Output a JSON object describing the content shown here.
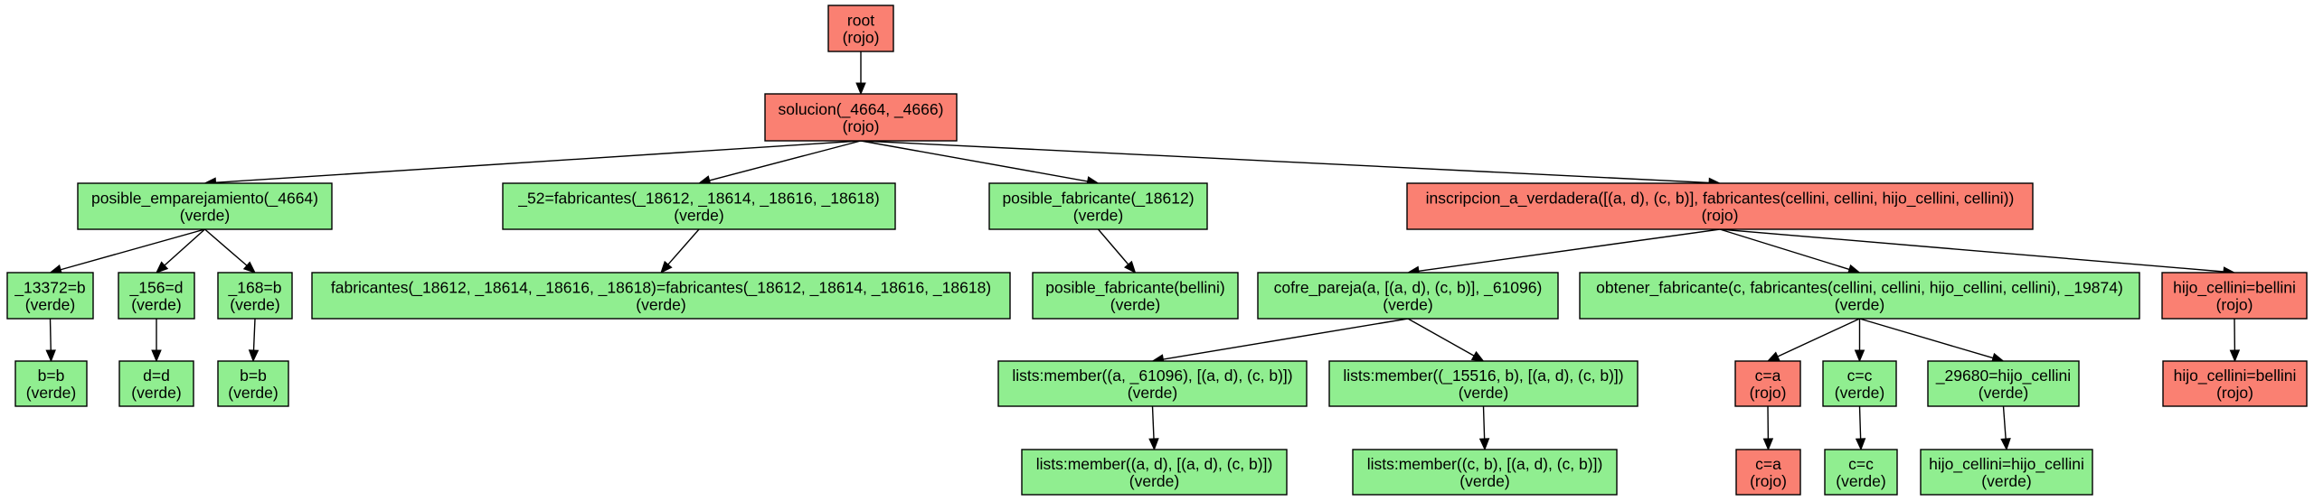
{
  "colors": {
    "rojo": "#fa8072",
    "verde": "#90ee90",
    "border": "#000000",
    "edge": "#000000"
  },
  "nodes": [
    {
      "id": "root",
      "label": "root",
      "status": "(rojo)",
      "color": "rojo"
    },
    {
      "id": "solucion",
      "label": "solucion(_4664, _4666)",
      "status": "(rojo)",
      "color": "rojo"
    },
    {
      "id": "posible-emparejamiento",
      "label": "posible_emparejamiento(_4664)",
      "status": "(verde)",
      "color": "verde"
    },
    {
      "id": "fabricantes-52",
      "label": "_52=fabricantes(_18612, _18614, _18616, _18618)",
      "status": "(verde)",
      "color": "verde"
    },
    {
      "id": "posible-fabricante",
      "label": "posible_fabricante(_18612)",
      "status": "(verde)",
      "color": "verde"
    },
    {
      "id": "inscripcion",
      "label": "inscripcion_a_verdadera([(a, d), (c, b)], fabricantes(cellini, cellini, hijo_cellini, cellini))",
      "status": "(rojo)",
      "color": "rojo"
    },
    {
      "id": "u13372",
      "label": "_13372=b",
      "status": "(verde)",
      "color": "verde"
    },
    {
      "id": "u156",
      "label": "_156=d",
      "status": "(verde)",
      "color": "verde"
    },
    {
      "id": "u168",
      "label": "_168=b",
      "status": "(verde)",
      "color": "verde"
    },
    {
      "id": "fabricantes-eq",
      "label": "fabricantes(_18612, _18614, _18616, _18618)=fabricantes(_18612, _18614, _18616, _18618)",
      "status": "(verde)",
      "color": "verde"
    },
    {
      "id": "posible-fabricante-bellini",
      "label": "posible_fabricante(bellini)",
      "status": "(verde)",
      "color": "verde"
    },
    {
      "id": "cofre-pareja",
      "label": "cofre_pareja(a, [(a, d), (c, b)], _61096)",
      "status": "(verde)",
      "color": "verde"
    },
    {
      "id": "obtener-fabricante",
      "label": "obtener_fabricante(c, fabricantes(cellini, cellini, hijo_cellini, cellini), _19874)",
      "status": "(verde)",
      "color": "verde"
    },
    {
      "id": "hijo-cellini-1",
      "label": "hijo_cellini=bellini",
      "status": "(rojo)",
      "color": "rojo"
    },
    {
      "id": "bb-1",
      "label": "b=b",
      "status": "(verde)",
      "color": "verde"
    },
    {
      "id": "dd",
      "label": "d=d",
      "status": "(verde)",
      "color": "verde"
    },
    {
      "id": "bb-2",
      "label": "b=b",
      "status": "(verde)",
      "color": "verde"
    },
    {
      "id": "member-61096",
      "label": "lists:member((a, _61096), [(a, d), (c, b)])",
      "status": "(verde)",
      "color": "verde"
    },
    {
      "id": "member-15516",
      "label": "lists:member((_15516, b), [(a, d), (c, b)])",
      "status": "(verde)",
      "color": "verde"
    },
    {
      "id": "ca-1",
      "label": "c=a",
      "status": "(rojo)",
      "color": "rojo"
    },
    {
      "id": "cc-1",
      "label": "c=c",
      "status": "(verde)",
      "color": "verde"
    },
    {
      "id": "u29680",
      "label": "_29680=hijo_cellini",
      "status": "(verde)",
      "color": "verde"
    },
    {
      "id": "hijo-cellini-2",
      "label": "hijo_cellini=bellini",
      "status": "(rojo)",
      "color": "rojo"
    },
    {
      "id": "member-ad",
      "label": "lists:member((a, d), [(a, d), (c, b)])",
      "status": "(verde)",
      "color": "verde"
    },
    {
      "id": "member-cb",
      "label": "lists:member((c, b), [(a, d), (c, b)])",
      "status": "(verde)",
      "color": "verde"
    },
    {
      "id": "ca-2",
      "label": "c=a",
      "status": "(rojo)",
      "color": "rojo"
    },
    {
      "id": "cc-2",
      "label": "c=c",
      "status": "(verde)",
      "color": "verde"
    },
    {
      "id": "hijo-cellini-eq",
      "label": "hijo_cellini=hijo_cellini",
      "status": "(verde)",
      "color": "verde"
    }
  ],
  "edges": [
    [
      "root",
      "solucion"
    ],
    [
      "solucion",
      "posible-emparejamiento"
    ],
    [
      "solucion",
      "fabricantes-52"
    ],
    [
      "solucion",
      "posible-fabricante"
    ],
    [
      "solucion",
      "inscripcion"
    ],
    [
      "posible-emparejamiento",
      "u13372"
    ],
    [
      "posible-emparejamiento",
      "u156"
    ],
    [
      "posible-emparejamiento",
      "u168"
    ],
    [
      "fabricantes-52",
      "fabricantes-eq"
    ],
    [
      "posible-fabricante",
      "posible-fabricante-bellini"
    ],
    [
      "inscripcion",
      "cofre-pareja"
    ],
    [
      "inscripcion",
      "obtener-fabricante"
    ],
    [
      "inscripcion",
      "hijo-cellini-1"
    ],
    [
      "u13372",
      "bb-1"
    ],
    [
      "u156",
      "dd"
    ],
    [
      "u168",
      "bb-2"
    ],
    [
      "cofre-pareja",
      "member-61096"
    ],
    [
      "cofre-pareja",
      "member-15516"
    ],
    [
      "obtener-fabricante",
      "ca-1"
    ],
    [
      "obtener-fabricante",
      "cc-1"
    ],
    [
      "obtener-fabricante",
      "u29680"
    ],
    [
      "hijo-cellini-1",
      "hijo-cellini-2"
    ],
    [
      "member-61096",
      "member-ad"
    ],
    [
      "member-15516",
      "member-cb"
    ],
    [
      "ca-1",
      "ca-2"
    ],
    [
      "cc-1",
      "cc-2"
    ],
    [
      "u29680",
      "hijo-cellini-eq"
    ]
  ]
}
